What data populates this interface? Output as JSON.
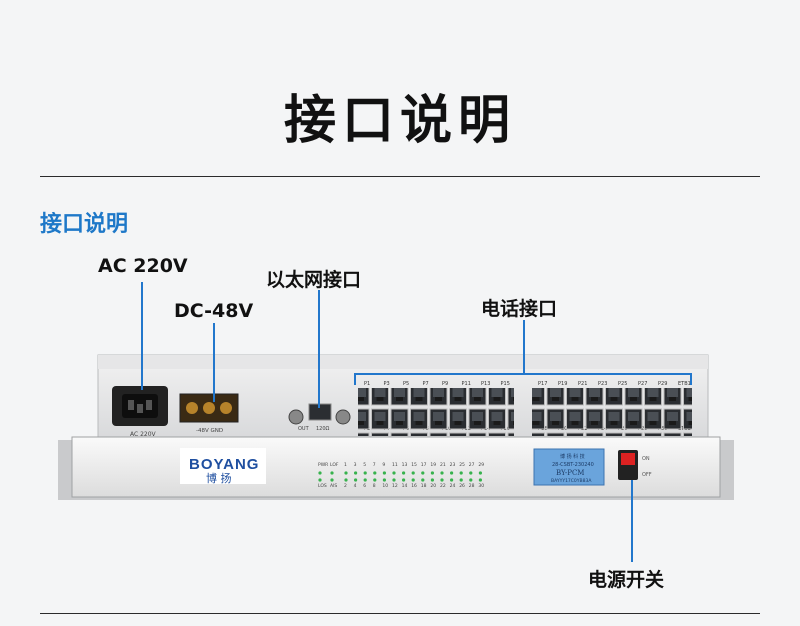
{
  "page": {
    "title": "接口说明"
  },
  "section": {
    "title": "接口说明"
  },
  "callouts": {
    "ac": "AC 220V",
    "dc": "DC-48V",
    "ethernet": "以太网接口",
    "phone": "电话接口",
    "power_switch": "电源开关"
  },
  "rear_panel": {
    "ac_label": "AC 220V",
    "dc_label": "-48V GND",
    "eth_out": "OUT",
    "eth_in": "120Ω",
    "port_labels_top": [
      "P1",
      "P3",
      "P5",
      "P7",
      "P9",
      "P11",
      "P13",
      "P15",
      "P17",
      "P19",
      "P21",
      "P23",
      "P25",
      "P27",
      "P29",
      "ETB1"
    ],
    "port_labels_bottom": [
      "P2",
      "P4",
      "P6",
      "P8",
      "P10",
      "P12",
      "P14",
      "P16",
      "P18",
      "P20",
      "P22",
      "P24",
      "P26",
      "P28",
      "P30",
      "ETB2"
    ]
  },
  "front_panel": {
    "brand": "BOYANG",
    "brand_cn": "博 扬",
    "led_top_labels": [
      "PWR",
      "LOF",
      "1",
      "3",
      "5",
      "7",
      "9",
      "11",
      "13",
      "15",
      "17",
      "19",
      "21",
      "23",
      "25",
      "27",
      "29"
    ],
    "led_bottom_labels": [
      "LOS",
      "AIS",
      "2",
      "4",
      "6",
      "8",
      "10",
      "12",
      "14",
      "16",
      "18",
      "20",
      "22",
      "24",
      "26",
      "28",
      "30"
    ],
    "sticker_brand": "博 扬 科 技",
    "sticker_phone": "28-CSBT-230240",
    "sticker_model": "BY-PCM",
    "sticker_serial": "BAYYY17C0YB83A",
    "switch_on": "ON",
    "switch_off": "OFF"
  },
  "colors": {
    "accent": "#1e78c8",
    "line": "#2277cc",
    "led": "#37b24d"
  }
}
